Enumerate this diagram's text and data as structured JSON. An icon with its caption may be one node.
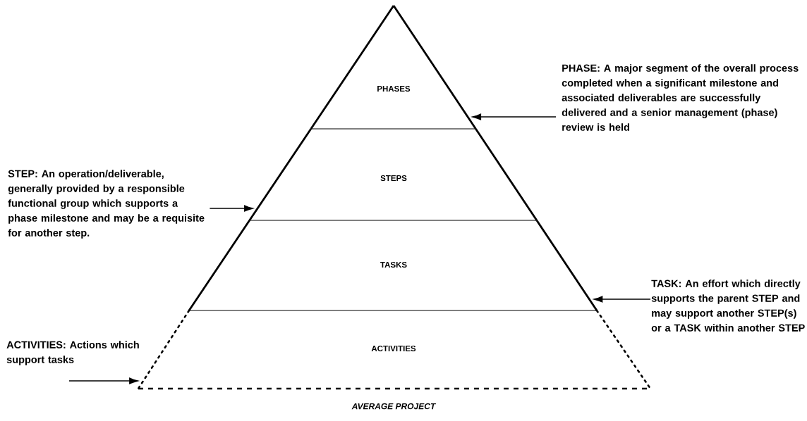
{
  "diagram": {
    "caption": "AVERAGE PROJECT",
    "nodes": [
      {
        "text": [
          "PHASES"
        ]
      },
      {
        "text": [
          "STEPS"
        ]
      },
      {
        "text": [
          "TASKS"
        ]
      },
      {
        "text": [
          "ACTIVITIES"
        ]
      },
      {
        "text": [
          "PHASE: A major segment of the overall process completed when a significant milestone and associated deliverables are successfully delivered and a senior management (phase) review is held"
        ]
      },
      {
        "text": [
          "STEP: An operation/deliverable, generally provided by a responsible functional group which supports a phase milestone and may be a requisite for another step."
        ]
      },
      {
        "text": [
          "TASK: An effort which directly supports the parent STEP and may support another STEP(s) or a TASK within another STEP"
        ]
      },
      {
        "text": [
          "ACTIVITIES: Actions which support tasks"
        ]
      }
    ],
    "edges": [
      {
        "from": 4,
        "to": 0,
        "arrow": "to"
      },
      {
        "from": 5,
        "to": 1,
        "arrow": "to"
      },
      {
        "from": 6,
        "to": 2,
        "arrow": "to"
      },
      {
        "from": 7,
        "to": 3,
        "arrow": "to"
      }
    ]
  }
}
